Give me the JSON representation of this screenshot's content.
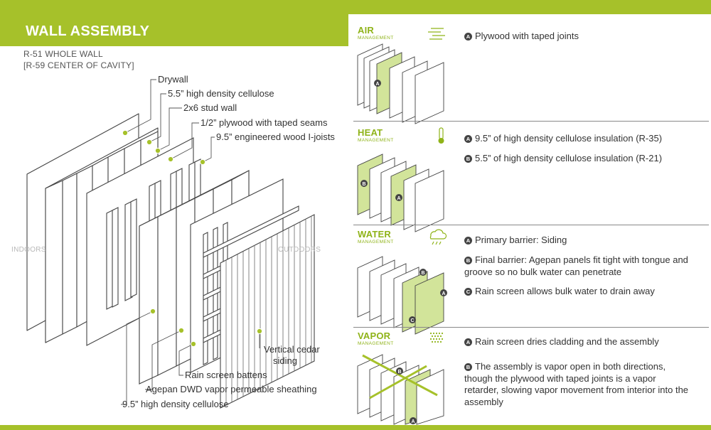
{
  "header": {
    "title": "WALL ASSEMBLY"
  },
  "subtitle": {
    "line1": "R-51 WHOLE WALL",
    "line2": "[R-59 CENTER OF CAVITY]"
  },
  "side_labels": {
    "indoors": "INDOORS",
    "outdoors": "OUTDOORS"
  },
  "callouts": {
    "drywall": "Drywall",
    "cellulose_55": "5.5” high density cellulose",
    "stud_wall": "2x6 stud wall",
    "plywood": "1/2” plywood with taped seams",
    "ijoists": "9.5” engineered wood I-joists",
    "cedar_line1": "Vertical cedar",
    "cedar_line2": "siding",
    "battens": "Rain screen battens",
    "agepan": "Agepan DWD vapor permeable sheathing",
    "cellulose_95": "9.5” high density cellulose"
  },
  "sections": {
    "air": {
      "title": "AIR",
      "subtitle": "MANAGEMENT",
      "icon": "air-icon",
      "items": [
        {
          "badge": "A",
          "text": "Plywood with taped joints"
        }
      ]
    },
    "heat": {
      "title": "HEAT",
      "subtitle": "MANAGEMENT",
      "icon": "thermometer-icon",
      "items": [
        {
          "badge": "A",
          "text": "9.5” of high density cellulose insulation (R-35)"
        },
        {
          "badge": "B",
          "text": "5.5” of high density cellulose insulation (R-21)"
        }
      ]
    },
    "water": {
      "title": "WATER",
      "subtitle": "MANAGEMENT",
      "icon": "rain-cloud-icon",
      "items": [
        {
          "badge": "A",
          "text": "Primary barrier: Siding"
        },
        {
          "badge": "B",
          "text": "Final barrier: Agepan panels fit tight with tongue and groove so no bulk water can penetrate"
        },
        {
          "badge": "C",
          "text": "Rain screen allows bulk water to drain away"
        }
      ]
    },
    "vapor": {
      "title": "VAPOR",
      "subtitle": "MANAGEMENT",
      "icon": "vapor-dots-icon",
      "items": [
        {
          "badge": "A",
          "text": "Rain screen dries cladding and the assembly"
        },
        {
          "badge": "B",
          "text": "The assembly is vapor open in both directions, though the plywood with taped joints is a vapor retarder, slowing vapor movement from interior into the assembly"
        }
      ]
    }
  },
  "colors": {
    "accent": "#a6c12a",
    "accent_text": "#8fb318",
    "text": "#333333",
    "line": "#555555"
  }
}
